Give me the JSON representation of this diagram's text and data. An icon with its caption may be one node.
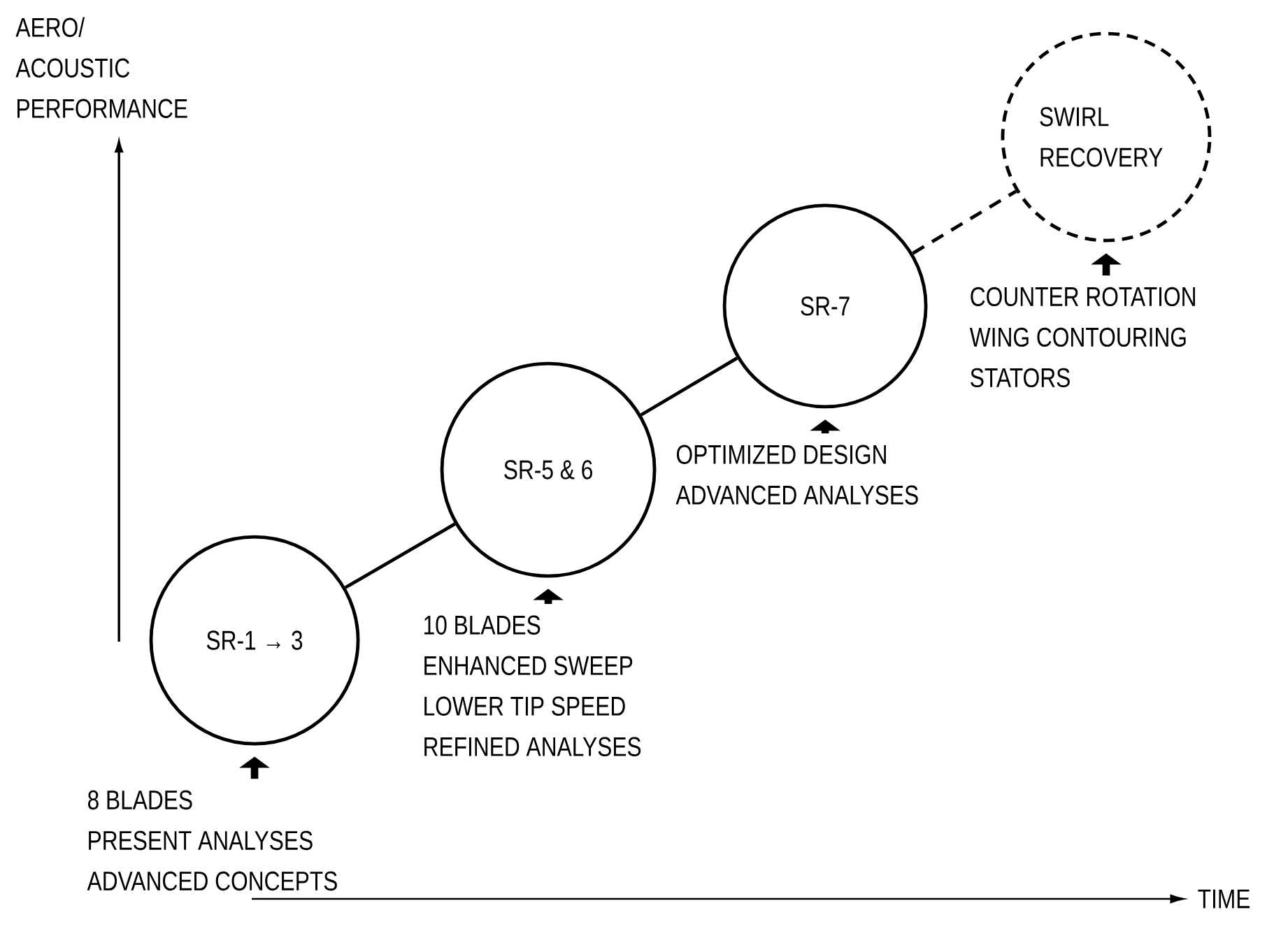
{
  "diagram": {
    "nodes": [
      {
        "text": [
          "SR-1 → 3"
        ]
      },
      {
        "text": [
          "SR-5 & 6"
        ]
      },
      {
        "text": [
          "SR-7"
        ]
      },
      {
        "text": [
          "SWIRL RECOVERY"
        ]
      },
      {
        "text": [
          "8 BLADES",
          "PRESENT ANALYSES",
          "ADVANCED CONCEPTS"
        ]
      },
      {
        "text": [
          "10 BLADES",
          "ENHANCED SWEEP",
          "LOWER TIP SPEED",
          "REFINED ANALYSES"
        ]
      },
      {
        "text": [
          "OPTIMIZED DESIGN",
          "ADVANCED ANALYSES"
        ]
      },
      {
        "text": [
          "COUNTER ROTATION",
          "WING CONTOURING",
          "STATORS"
        ]
      }
    ],
    "edges": [
      {
        "from": 0,
        "to": 1,
        "arrow": "none"
      },
      {
        "from": 1,
        "to": 2,
        "arrow": "none"
      },
      {
        "from": 2,
        "to": 3,
        "arrow": "none",
        "style": "dashed"
      },
      {
        "from": 4,
        "to": 0,
        "arrow": "to"
      },
      {
        "from": 5,
        "to": 1,
        "arrow": "to"
      },
      {
        "from": 6,
        "to": 2,
        "arrow": "to"
      },
      {
        "from": 7,
        "to": 3,
        "arrow": "to"
      }
    ],
    "labels": [
      "AERO/ ACOUSTIC PERFORMANCE",
      "TIME"
    ]
  }
}
